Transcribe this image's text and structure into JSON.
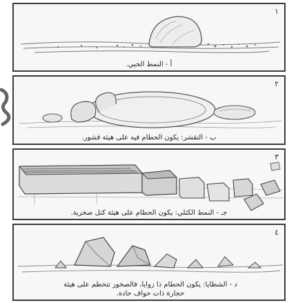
{
  "panels": [
    {
      "number": "١",
      "caption": "أ - النمط الحبي."
    },
    {
      "number": "٢",
      "caption": "ب - التقشر: يكون الحطام فيه على هيئة قشور."
    },
    {
      "number": "٣",
      "caption": "جـ - النمط الكتلي: يكون الحطام على هيئة كتل صخرية."
    },
    {
      "number": "٤",
      "caption": "د - الشظايا: يكون الحطام ذا زوايا، فالصخور تتحطم على هيئة حجارة ذات حواف حادة."
    }
  ]
}
